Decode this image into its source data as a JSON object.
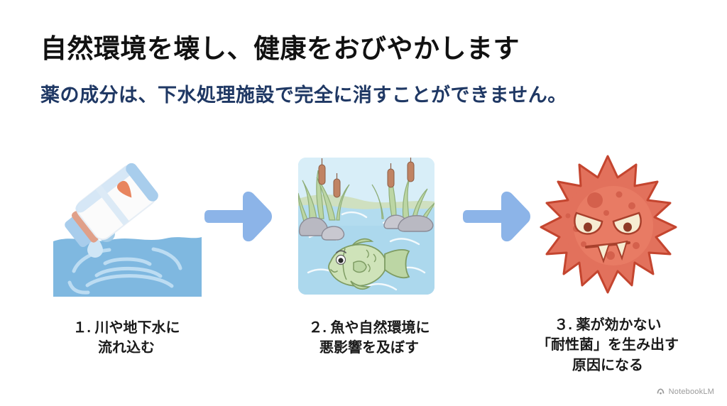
{
  "slide": {
    "title": "自然環境を壊し、健康をおびやかします",
    "subtitle": "薬の成分は、下水処理施設で完全に消すことができません。"
  },
  "steps": [
    {
      "number": "1",
      "art": "medicine-bottle-pouring-into-water",
      "caption_line1": "１. 川や地下水に",
      "caption_line2": "流れ込む",
      "caption_line3": ""
    },
    {
      "number": "2",
      "art": "pond-with-fish-and-reeds",
      "caption_line1": "２. 魚や自然環境に",
      "caption_line2": "悪影響を及ぼす",
      "caption_line3": ""
    },
    {
      "number": "3",
      "art": "angry-germ-virus",
      "caption_line1": "３. 薬が効かない",
      "caption_line2": "「耐性菌」を生み出す",
      "caption_line3": "原因になる"
    }
  ],
  "arrows": [
    {
      "name": "arrow-right-1"
    },
    {
      "name": "arrow-right-2"
    }
  ],
  "watermark": {
    "label": "NotebookLM"
  },
  "colors": {
    "background": "#ffffff",
    "title": "#111111",
    "subtitle": "#1f3864",
    "caption": "#1a1a1a",
    "arrow": "#8cb4e8",
    "water": "#7fb8e0",
    "water_light": "#bcdcf2",
    "bottle_body": "#fbfbfb",
    "bottle_blue": "#a8cdec",
    "pill_orange": "#e8855f",
    "pond_water": "#bfe0f2",
    "fish_green": "#cfe3b9",
    "reed_brown": "#c08363",
    "rock_grey": "#b9b9c2",
    "germ_red": "#e2715c",
    "germ_dark": "#c4452f",
    "watermark": "#9a9a9a"
  }
}
